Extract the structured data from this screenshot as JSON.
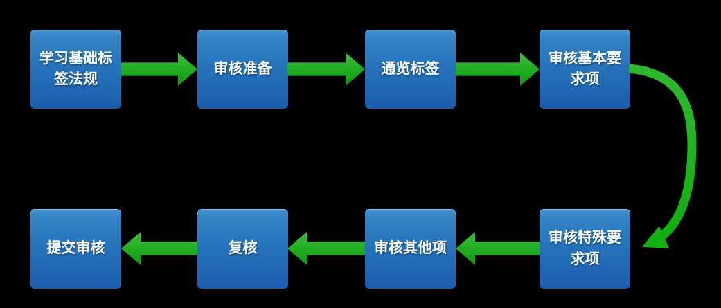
{
  "diagram": {
    "type": "flowchart",
    "background": "#000000",
    "colors": {
      "box_gradient_top": "#4a93d2",
      "box_gradient_bottom": "#1b5dad",
      "arrow_gradient_top": "#42bd42",
      "arrow_gradient_bottom": "#0b9c0b",
      "text": "#ffffff"
    },
    "nodes": [
      {
        "id": "step-1",
        "label": "学习基础标签法规",
        "row": 1,
        "col": 1
      },
      {
        "id": "step-2",
        "label": "审核准备",
        "row": 1,
        "col": 2
      },
      {
        "id": "step-3",
        "label": "通览标签",
        "row": 1,
        "col": 3
      },
      {
        "id": "step-4",
        "label": "审核基本要求项",
        "row": 1,
        "col": 4
      },
      {
        "id": "step-5",
        "label": "审核特殊要求项",
        "row": 2,
        "col": 4
      },
      {
        "id": "step-6",
        "label": "审核其他项",
        "row": 2,
        "col": 3
      },
      {
        "id": "step-7",
        "label": "复核",
        "row": 2,
        "col": 2
      },
      {
        "id": "step-8",
        "label": "提交审核",
        "row": 2,
        "col": 1
      }
    ],
    "edges": [
      {
        "from": "学习基础标签法规",
        "to": "审核准备",
        "style": "straight-right"
      },
      {
        "from": "审核准备",
        "to": "通览标签",
        "style": "straight-right"
      },
      {
        "from": "通览标签",
        "to": "审核基本要求项",
        "style": "straight-right"
      },
      {
        "from": "审核基本要求项",
        "to": "审核特殊要求项",
        "style": "curved-down-right"
      },
      {
        "from": "审核特殊要求项",
        "to": "审核其他项",
        "style": "straight-left"
      },
      {
        "from": "审核其他项",
        "to": "复核",
        "style": "straight-left"
      },
      {
        "from": "复核",
        "to": "提交审核",
        "style": "straight-left"
      }
    ]
  }
}
